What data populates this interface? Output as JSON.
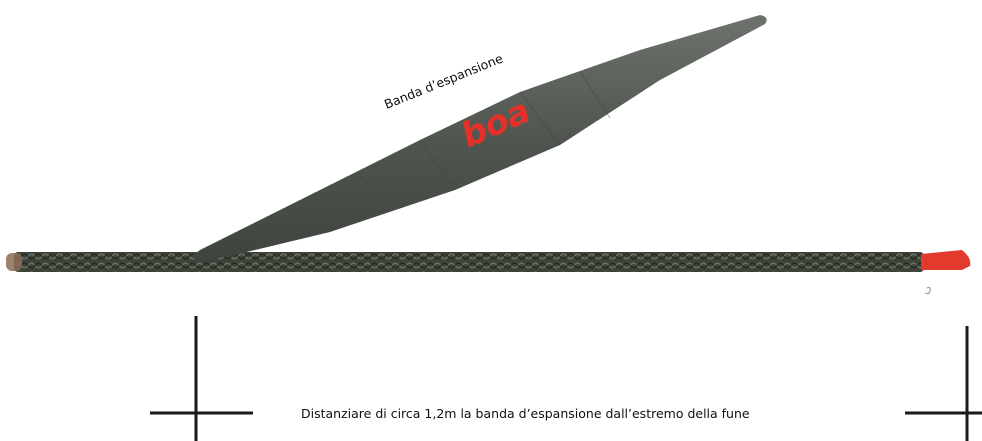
{
  "diagram": {
    "band_label": "Banda d’espansione",
    "brand_logo": "boa",
    "caption": "Distanziare di circa 1,2m la banda d’espansione dall’estremo della fune"
  },
  "colors": {
    "rope": "#3c4138",
    "band": "#555b55",
    "logo": "#e8302a",
    "rope_tip": "#e23a2c",
    "marker": "#1a1a1a"
  }
}
